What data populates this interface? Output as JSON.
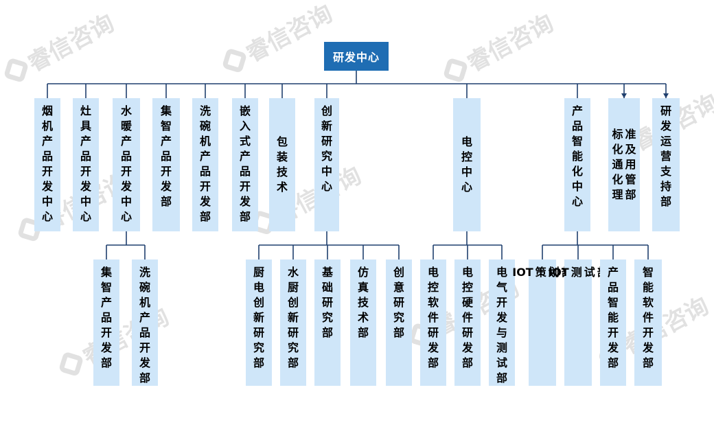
{
  "watermark": "睿信咨询",
  "root": "研发中心",
  "top_nodes": [
    {
      "id": "t0",
      "label": "烟机产品开发中心",
      "lines": [
        "烟机产品开发中心"
      ]
    },
    {
      "id": "t1",
      "label": "灶具产品开发中心",
      "lines": [
        "灶具产品开发中心"
      ]
    },
    {
      "id": "t2",
      "label": "水暖产品开发中心",
      "lines": [
        "水暖产品开发中心"
      ]
    },
    {
      "id": "t3",
      "label": "集智产品开发部",
      "lines": [
        "集智产品开发部"
      ]
    },
    {
      "id": "t4",
      "label": "洗碗机产品开发部",
      "lines": [
        "洗碗机产品开发部"
      ]
    },
    {
      "id": "t5",
      "label": "嵌入式产品开发部",
      "lines": [
        "嵌入式产品开发部"
      ]
    },
    {
      "id": "t6",
      "label": "包装技术",
      "lines": [
        "包装技术"
      ]
    },
    {
      "id": "t7",
      "label": "创新研究中心",
      "lines": [
        "创新研究中心"
      ]
    },
    {
      "id": "t8",
      "label": "电控中心",
      "lines": [
        "电控中心"
      ]
    },
    {
      "id": "t9",
      "label": "产品智能化中心",
      "lines": [
        "产品智能化中心"
      ]
    },
    {
      "id": "t10",
      "label": "标准化通用化管理部",
      "lines": [
        "标化通化理",
        "准及用管部"
      ]
    },
    {
      "id": "t11",
      "label": "研发运营支持部",
      "lines": [
        "研发运营支持部"
      ]
    }
  ],
  "sub_nodes": [
    {
      "id": "s0",
      "label": "集智产品开发部",
      "lines": [
        "集智产品开发部"
      ]
    },
    {
      "id": "s1",
      "label": "洗碗机产品开发部",
      "lines": [
        "洗碗机产品开发部"
      ]
    },
    {
      "id": "s2",
      "label": "厨电创新研究部",
      "lines": [
        "厨电创新研究部"
      ]
    },
    {
      "id": "s3",
      "label": "水厨创新研究部",
      "lines": [
        "水厨创新研究部"
      ]
    },
    {
      "id": "s4",
      "label": "基础研究部",
      "lines": [
        "基础研究部"
      ]
    },
    {
      "id": "s5",
      "label": "仿真技术部",
      "lines": [
        "仿真技术部"
      ]
    },
    {
      "id": "s6",
      "label": "创意研究部",
      "lines": [
        "创意研究部"
      ]
    },
    {
      "id": "s7",
      "label": "电控软件研发部",
      "lines": [
        "电控软件研发部"
      ]
    },
    {
      "id": "s8",
      "label": "电控硬件研发部",
      "lines": [
        "电控硬件研发部"
      ]
    },
    {
      "id": "s9",
      "label": "电气开发与测试部",
      "lines": [
        "电气开发与测试部"
      ]
    },
    {
      "id": "s10",
      "label": "IOT策划部",
      "lines": [
        "IOT",
        "策",
        "划",
        "部"
      ],
      "tokens": true
    },
    {
      "id": "s11",
      "label": "IOT测试部",
      "lines": [
        "IOT",
        "测",
        "试",
        "部"
      ],
      "tokens": true
    },
    {
      "id": "s12",
      "label": "产品智能开发部",
      "lines": [
        "产品智能开发部"
      ]
    },
    {
      "id": "s13",
      "label": "智能软件开发部",
      "lines": [
        "智能软件开发部"
      ]
    }
  ],
  "colors": {
    "root_fill": "#1f6db3",
    "node_fill": "#cfe6f9",
    "line": "#1f3f6e",
    "watermark": "#c9c9c9"
  }
}
